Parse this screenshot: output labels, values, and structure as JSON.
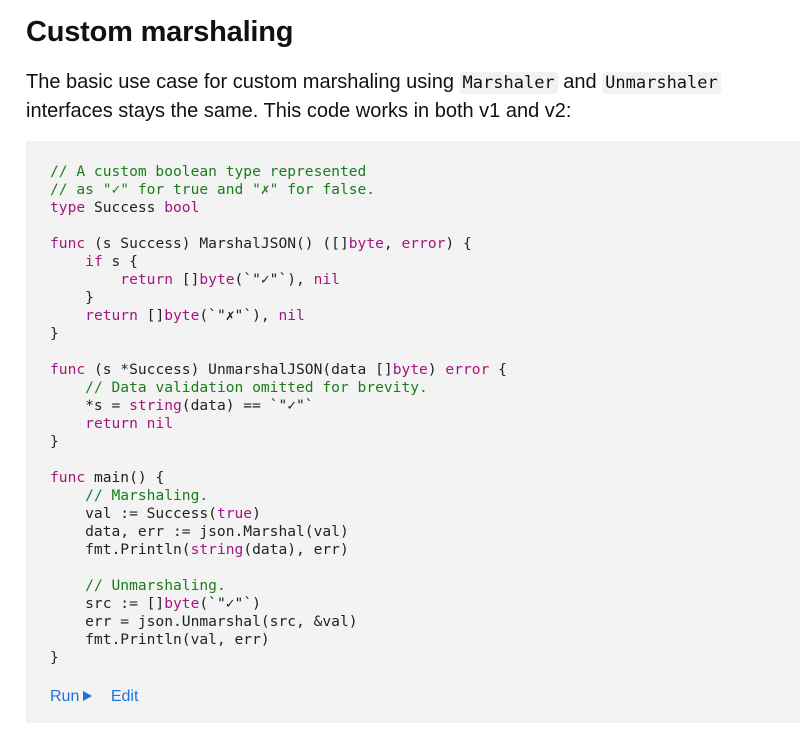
{
  "section": {
    "title": "Custom marshaling"
  },
  "intro": {
    "text_before": "The basic use case for custom marshaling using ",
    "code1": "Marshaler",
    "text_middle": " and ",
    "code2": "Unmarshaler",
    "text_after": " interfaces stays the same. This code works in both v1 and v2:"
  },
  "code": {
    "lines": [
      [
        {
          "t": "// A custom boolean type represented",
          "c": "comment"
        }
      ],
      [
        {
          "t": "// as \"✓\" for true and \"✗\" for false.",
          "c": "comment"
        }
      ],
      [
        {
          "t": "type",
          "c": "keyword"
        },
        {
          "t": " Success ",
          "c": "plain"
        },
        {
          "t": "bool",
          "c": "keyword"
        }
      ],
      [],
      [
        {
          "t": "func",
          "c": "keyword"
        },
        {
          "t": " (s Success) MarshalJSON() ([]",
          "c": "plain"
        },
        {
          "t": "byte",
          "c": "keyword"
        },
        {
          "t": ", ",
          "c": "plain"
        },
        {
          "t": "error",
          "c": "keyword"
        },
        {
          "t": ") {",
          "c": "plain"
        }
      ],
      [
        {
          "t": "    ",
          "c": "plain"
        },
        {
          "t": "if",
          "c": "keyword"
        },
        {
          "t": " s {",
          "c": "plain"
        }
      ],
      [
        {
          "t": "        ",
          "c": "plain"
        },
        {
          "t": "return",
          "c": "keyword"
        },
        {
          "t": " []",
          "c": "plain"
        },
        {
          "t": "byte",
          "c": "keyword"
        },
        {
          "t": "(`\"✓\"`), ",
          "c": "plain"
        },
        {
          "t": "nil",
          "c": "keyword"
        }
      ],
      [
        {
          "t": "    }",
          "c": "plain"
        }
      ],
      [
        {
          "t": "    ",
          "c": "plain"
        },
        {
          "t": "return",
          "c": "keyword"
        },
        {
          "t": " []",
          "c": "plain"
        },
        {
          "t": "byte",
          "c": "keyword"
        },
        {
          "t": "(`\"✗\"`), ",
          "c": "plain"
        },
        {
          "t": "nil",
          "c": "keyword"
        }
      ],
      [
        {
          "t": "}",
          "c": "plain"
        }
      ],
      [],
      [
        {
          "t": "func",
          "c": "keyword"
        },
        {
          "t": " (s *Success) UnmarshalJSON(data []",
          "c": "plain"
        },
        {
          "t": "byte",
          "c": "keyword"
        },
        {
          "t": ") ",
          "c": "plain"
        },
        {
          "t": "error",
          "c": "keyword"
        },
        {
          "t": " {",
          "c": "plain"
        }
      ],
      [
        {
          "t": "    ",
          "c": "plain"
        },
        {
          "t": "// Data validation omitted for brevity.",
          "c": "comment"
        }
      ],
      [
        {
          "t": "    *s = ",
          "c": "plain"
        },
        {
          "t": "string",
          "c": "keyword"
        },
        {
          "t": "(data) == `\"✓\"`",
          "c": "plain"
        }
      ],
      [
        {
          "t": "    ",
          "c": "plain"
        },
        {
          "t": "return",
          "c": "keyword"
        },
        {
          "t": " ",
          "c": "plain"
        },
        {
          "t": "nil",
          "c": "keyword"
        }
      ],
      [
        {
          "t": "}",
          "c": "plain"
        }
      ],
      [],
      [
        {
          "t": "func",
          "c": "keyword"
        },
        {
          "t": " main() {",
          "c": "plain"
        }
      ],
      [
        {
          "t": "    ",
          "c": "plain"
        },
        {
          "t": "// Marshaling.",
          "c": "comment"
        }
      ],
      [
        {
          "t": "    val := Success(",
          "c": "plain"
        },
        {
          "t": "true",
          "c": "keyword"
        },
        {
          "t": ")",
          "c": "plain"
        }
      ],
      [
        {
          "t": "    data, err := json.Marshal(val)",
          "c": "plain"
        }
      ],
      [
        {
          "t": "    fmt.Println(",
          "c": "plain"
        },
        {
          "t": "string",
          "c": "keyword"
        },
        {
          "t": "(data), err)",
          "c": "plain"
        }
      ],
      [],
      [
        {
          "t": "    ",
          "c": "plain"
        },
        {
          "t": "// Unmarshaling.",
          "c": "comment"
        }
      ],
      [
        {
          "t": "    src := []",
          "c": "plain"
        },
        {
          "t": "byte",
          "c": "keyword"
        },
        {
          "t": "(`\"✓\"`)",
          "c": "plain"
        }
      ],
      [
        {
          "t": "    err = json.Unmarshal(src, &val)",
          "c": "plain"
        }
      ],
      [
        {
          "t": "    fmt.Println(val, err)",
          "c": "plain"
        }
      ],
      [
        {
          "t": "}",
          "c": "plain"
        }
      ]
    ]
  },
  "actions": {
    "run_label": "Run",
    "edit_label": "Edit"
  },
  "colors": {
    "comment": "#1a7d1a",
    "keyword": "#a3157f",
    "link": "#1d74d8",
    "code_background": "#f3f3f3"
  }
}
